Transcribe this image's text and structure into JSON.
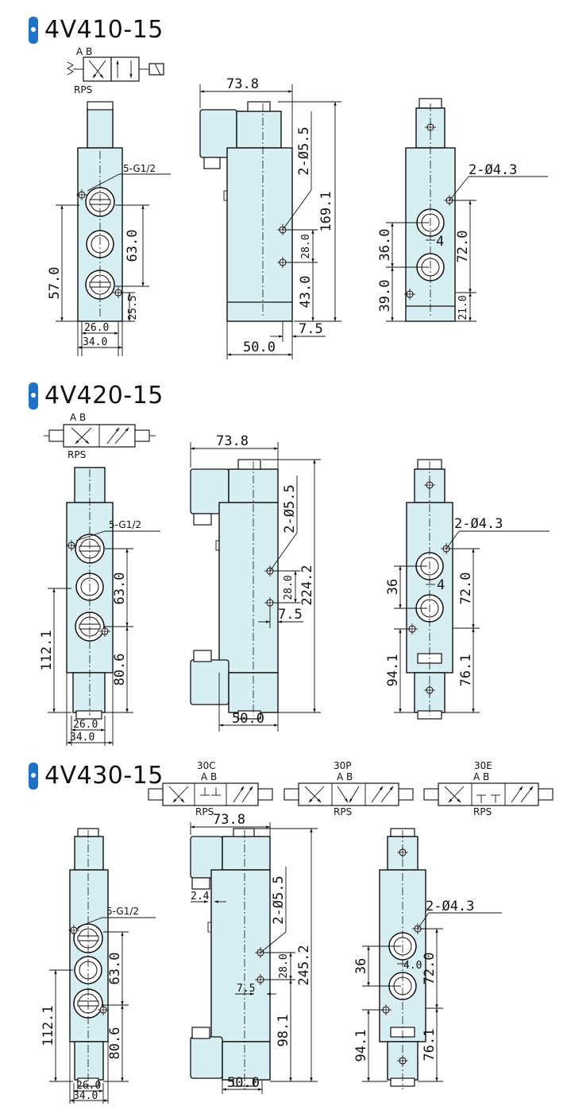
{
  "sections": [
    {
      "title": "4V410-15",
      "symbol": {
        "top_labels": "A B",
        "bottom_labels": "RPS"
      },
      "front": {
        "port_label": "5-G1/2",
        "dims": {
          "ports_pitch": "63.0",
          "height_left": "57.0",
          "offset": "25.5",
          "width_inner": "26.0",
          "width_outer": "34.0"
        }
      },
      "side": {
        "dims": {
          "top_width": "73.8",
          "holes": "2-Ø5.5",
          "total_height": "169.1",
          "hole_gap": "28.0",
          "lower": "43.0",
          "offset": "7.5",
          "base": "50.0"
        }
      },
      "back": {
        "dims": {
          "holes": "2-Ø4.3",
          "upper": "36.0",
          "lower": "39.0",
          "right": "72.0",
          "small": "4",
          "bottom": "21.0"
        }
      }
    },
    {
      "title": "4V420-15",
      "symbol": {
        "top_labels": "A B",
        "bottom_labels": "RPS"
      },
      "front": {
        "port_label": "5-G1/2",
        "dims": {
          "ports_pitch": "63.0",
          "lower": "80.6",
          "height_left": "112.1",
          "width_inner": "26.0",
          "width_outer": "34.0"
        }
      },
      "side": {
        "dims": {
          "top_width": "73.8",
          "holes": "2-Ø5.5",
          "total_height": "224.2",
          "hole_gap": "28.0",
          "offset": "7.5",
          "base": "50.0"
        }
      },
      "back": {
        "dims": {
          "holes": "2-Ø4.3",
          "upper": "36",
          "small": "4",
          "right": "72.0",
          "lower_left": "94.1",
          "lower_right": "76.1"
        }
      }
    },
    {
      "title": "4V430-15",
      "symbols": [
        {
          "code": "30C",
          "top_labels": "A B",
          "bottom_labels": "RPS"
        },
        {
          "code": "30P",
          "top_labels": "A B",
          "bottom_labels": "RPS"
        },
        {
          "code": "30E",
          "top_labels": "A B",
          "bottom_labels": "RPS"
        }
      ],
      "front": {
        "port_label": "5-G1/2",
        "dims": {
          "ports_pitch": "63.0",
          "lower": "80.6",
          "height_left": "112.1",
          "width_inner": "26.0",
          "width_outer": "34.0"
        }
      },
      "side": {
        "dims": {
          "top_width": "73.8",
          "offset_top": "2.4",
          "holes": "2-Ø5.5",
          "total_height": "245.2",
          "hole_gap": "28.0",
          "offset": "7.5",
          "lower": "98.1",
          "base": "50.0"
        }
      },
      "back": {
        "dims": {
          "holes": "2-Ø4.3",
          "upper": "36",
          "small": "4.0",
          "right": "72.0",
          "lower_left": "94.1",
          "lower_right": "76.1"
        }
      }
    }
  ]
}
